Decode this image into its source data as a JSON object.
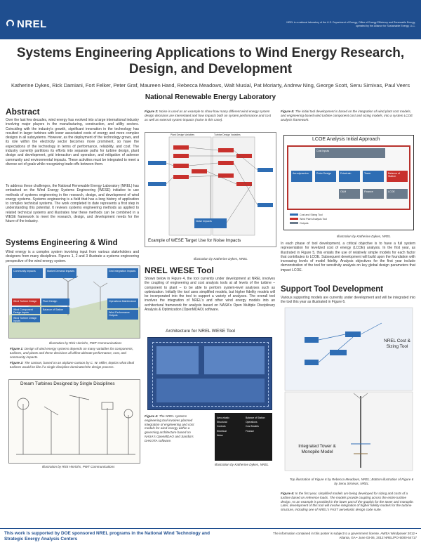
{
  "header": {
    "logo_text": "NREL",
    "note": "NREL is a national laboratory of the U.S. Department of Energy, Office of Energy Efficiency and Renewable Energy, operated by the Alliance for Sustainable Energy, LLC."
  },
  "title": "Systems Engineering Applications to Wind Energy Research, Design, and Development",
  "authors": "Katherine Dykes, Rick Damiani, Fort Felker, Peter Graf, Maureen Hand, Rebecca Meadows, Walt Musial, Pat Moriarty, Andrew Ning, George Scott, Senu Sirnivas, Paul Veers",
  "lab": "National Renewable Energy Laboratory",
  "abstract": {
    "heading": "Abstract",
    "p1": "Over the last few decades, wind energy has evolved into a large international industry involving major players in the manufacturing, construction, and utility sectors. Coinciding with the industry's growth, significant innovation in the technology has resulted in larger turbines with lower associated costs of energy and more complex designs in all subsystems. However, as the deployment of the technology grows, and its role within the electricity sector becomes more prominent, so have the expectations of the technology in terms of performance, reliability, and cost. The industry currently partitions its efforts into separate paths for turbine design, plant design and development, grid interaction and operation, and mitigation of adverse community and environmental impacts. These activities must be integrated to meet a diverse set of goals while recognizing trade-offs between them.",
    "p2": "To address these challenges, the National Renewable Energy Laboratory (NREL) has embarked on the Wind Energy Systems Engineering (WESE) initiative to use methods of systems engineering in the research, design, and development of wind energy systems. Systems engineering is a field that has a long history of application to complex technical systems. The work completed to date represents a first step in understanding this potential. It reviews systems engineering methods as applied to related technical systems and illustrates how these methods can be combined in a WESE framework to meet the research, design, and development needs for the future of the industry."
  },
  "systems_engineering": {
    "heading": "Systems Engineering & Wind",
    "p1": "Wind energy is a complex system involving input from various stakeholders and designers from many disciplines. Figures 1, 2 and 3 illustrate a systems engineering perspective of the wind energy system.",
    "fig1_credit": "Illustration by Rick Hinrichs, PWT Communications",
    "fig1_caption_label": "Figure 1:",
    "fig1_caption": "Design of wind energy systems depends on many variables for components, turbines, and plants and these decisions all affect ultimate performance, cost, and community impacts.",
    "fig2_caption_label": "Figure 2:",
    "fig2_caption": "The cartoon, based on an airplane cartoon by C. W. Miller, depicts what ideal turbines would be like if a single discipline dominated the design process.",
    "fig1_boxes": [
      "Community Impacts",
      "Market Demand Impacts",
      "Grid Integration Impacts",
      "Wind Turbine Design",
      "Wind Component Design Inputs",
      "Plant Design",
      "Wind Turbine Design Inputs",
      "Balance of Station",
      "Operations Maintenance",
      "Wind Performance Outputs"
    ],
    "fig2_title": "Dream Turbines Designed by Single Disciplines",
    "fig2_credit": "Illustration by Rick Hinrichs, PWT Communications"
  },
  "fig3": {
    "caption_label": "Figure 3:",
    "caption": "Noise is used as an example to show how many different wind energy system design decisions are interrelated and how impacts both on system performance and cost as well as external system impacts (noise in this case).",
    "panel_title": "Example of WESE Target Use for Noise Impacts",
    "col_labels": [
      "Plant Design Variables",
      "Turbine Design Variables",
      "Noise Impacts"
    ],
    "credit": "Illustration by Katherine Dykes, NREL"
  },
  "wese_tool": {
    "heading": "NREL WESE Tool",
    "p1": "Shown below in Figure 4, the tool currently under development at NREL involves the coupling of engineering and cost analysis tools at all levels of the turbine – component to plant – to be able to perform system-level analyses such as optimization. Initially the tool uses simplified models, but higher fidelity models will be incorporated into the tool to support a variety of analyses. The overall tool involves the integration of NREL's and other wind energy models into an architectural framework for analysis based on NASA's Open Multiple Disciplinary Analysis & Optimization (OpenMDAO) software.",
    "fig4_title": "Architecture for NREL WESE Tool",
    "fig4_caption_label": "Figure 4:",
    "fig4_caption": "The NREL systems engineering tool involves planned integration of engineering and cost models for wind energy within a governing architecture based on NASA's OpenMDAO and Sandia's DAKOTA software.",
    "fig4_credit": "Illustration by Katherine Dykes, NREL",
    "fig4_legend": [
      "Aero-elastic",
      "Structural",
      "Controls",
      "Electrical",
      "Noise",
      "Balance of Station",
      "Operations",
      "Cost Models",
      "Finance"
    ]
  },
  "fig5": {
    "caption_label": "Figure 5:",
    "caption": "The initial tool development is based on the integration of wind plant cost models, and engineering-based wind turbine component cost and sizing models, into a system LCOE analysis framework.",
    "diagram_title": "LCOE Analysis Initial Approach",
    "credit": "Illustration by Katherine Dykes, NREL",
    "p1": "In each phase of tool development, a critical objective is to have a full system representation for levelized cost of energy (LCOE) analysis. In the first year, as illustrated in Figure 5, this entails the use of relatively simple models for each factor that contributes to LCOE. Subsequent development will build upon the foundation with increasing levels of model fidelity. Analysis objectives for the first year include demonstration of the tool for sensitivity analysis on key global design parameters that impact LCOE.",
    "legend": [
      "Cost and Sizing Tool",
      "Wind Plant Analysis Tool",
      "Outputs"
    ],
    "boxes": [
      "Cost Inputs",
      "Aerodynamics",
      "Rotor Design",
      "Drivetrain",
      "Tower",
      "Balance of Station",
      "O&M",
      "Finance",
      "LCOE"
    ]
  },
  "support_tool": {
    "heading": "Support Tool Development",
    "p1": "Various supporting models are currently under development and will be integrated into the tool this year as illustrated in Figure 6.",
    "diagram_label_1": "NREL Cost & Sizing Tool",
    "diagram_label_2": "Integrated Tower & Monopile Model",
    "credit": "Top illustration of Figure 6 by Rebecca Meadows, NREL; Bottom illustration of Figure 6 by Senu Sirnivas, NREL",
    "fig6_caption_label": "Figure 6:",
    "fig6_caption": "In the first year, simplified models are being developed for sizing and costs of a turbine based on reference loads. The models provide coupling across the entire turbine design. As an example is provided in the lower part of the graphic for the tower and monopile. Later, development of this tool will involve integration of higher fidelity models for the turbine structure, including one of NREL's FAST aeroelastic design code suite."
  },
  "footer": {
    "left": "This work is supported by DOE sponsored NREL programs in the National Wind Technology and Strategic Energy Analysis Centers",
    "right": "The information contained in this poster is subject to a government license. AWEA Windpower 2012 • Atlanta, GA • June 03-06, 2012 NREL/PO-5000-54717"
  },
  "colors": {
    "brand_blue": "#1f4e8f",
    "box_blue": "#2e6db4",
    "box_red": "#c8302c",
    "box_gray": "#6b7b8c",
    "lcoe_red": "#b7312c"
  }
}
